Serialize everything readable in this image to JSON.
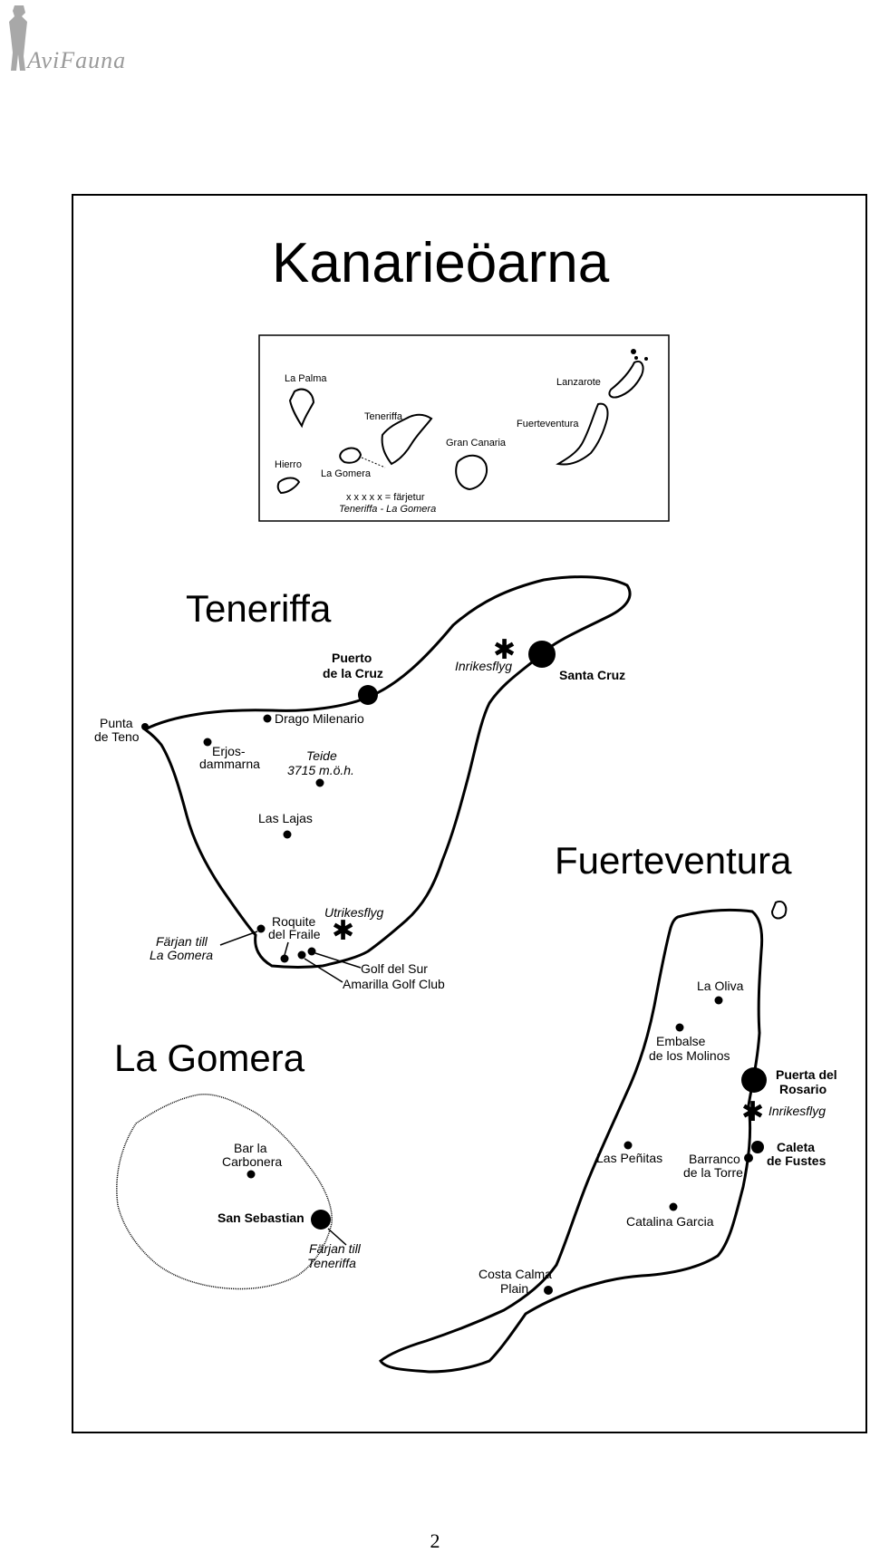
{
  "logo": {
    "text": "AviFauna"
  },
  "title": "Kanarieöarna",
  "overview": {
    "la_palma": "La Palma",
    "lanzarote": "Lanzarote",
    "teneriffa": "Teneriffa",
    "fuerteventura": "Fuerteventura",
    "gran_canaria": "Gran Canaria",
    "hierro": "Hierro",
    "la_gomera": "La Gomera",
    "ferry_legend_line1": "x x x x x = färjetur",
    "ferry_legend_line2": "Teneriffa - La Gomera"
  },
  "teneriffa": {
    "title": "Teneriffa",
    "puerto_line1": "Puerto",
    "puerto_line2": "de la Cruz",
    "inrikesflyg": "Inrikesflyg",
    "santa_cruz": "Santa Cruz",
    "punta_line1": "Punta",
    "punta_line2": "de Teno",
    "drago": "Drago Milenario",
    "erjos_line1": "Erjos-",
    "erjos_line2": "dammarna",
    "teide_line1": "Teide",
    "teide_line2": "3715 m.ö.h.",
    "las_lajas": "Las Lajas",
    "utrikesflyg": "Utrikesflyg",
    "roquite_line1": "Roquite",
    "roquite_line2": "del Fraile",
    "ferry_line1": "Färjan till",
    "ferry_line2": "La Gomera",
    "golf_sur": "Golf del Sur",
    "amarilla": "Amarilla Golf Club"
  },
  "fuerteventura": {
    "title": "Fuerteventura",
    "la_oliva": "La Oliva",
    "embalse_line1": "Embalse",
    "embalse_line2": "de los Molinos",
    "puerta_line1": "Puerta del",
    "puerta_line2": "Rosario",
    "inrikesflyg": "Inrikesflyg",
    "las_penitas": "Las Peñitas",
    "barranco_line1": "Barranco",
    "barranco_line2": "de la Torre",
    "caleta_line1": "Caleta",
    "caleta_line2": "de Fustes",
    "catalina": "Catalina Garcia",
    "costa_line1": "Costa Calma",
    "costa_line2": "Plain"
  },
  "la_gomera": {
    "title": "La Gomera",
    "bar_line1": "Bar la",
    "bar_line2": "Carbonera",
    "san_sebastian": "San Sebastian",
    "ferry_line1": "Färjan till",
    "ferry_line2": "Teneriffa"
  },
  "page_number": "2",
  "colors": {
    "ink": "#000000",
    "logo_gray": "#9a9a9a",
    "paper": "#ffffff"
  }
}
